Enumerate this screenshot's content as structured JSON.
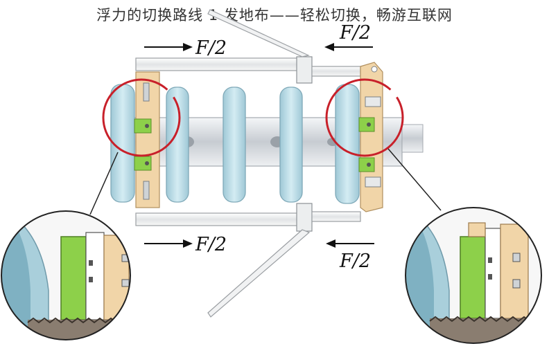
{
  "title": "浮力的切换路线 1 发地布——轻松切换，畅游互联网",
  "forces": {
    "top_left": "F/2",
    "top_right": "F/2",
    "bottom_left": "F/2",
    "bottom_right": "F/2"
  },
  "colors": {
    "disc": "#b9dbe6",
    "disc_edge": "#8fb9c8",
    "shaft": "#dfe3e8",
    "plate": "#f3d6a6",
    "green_block": "#8dd04a",
    "highlight_circle": "#c8202a",
    "frame": "#d6d8da"
  }
}
